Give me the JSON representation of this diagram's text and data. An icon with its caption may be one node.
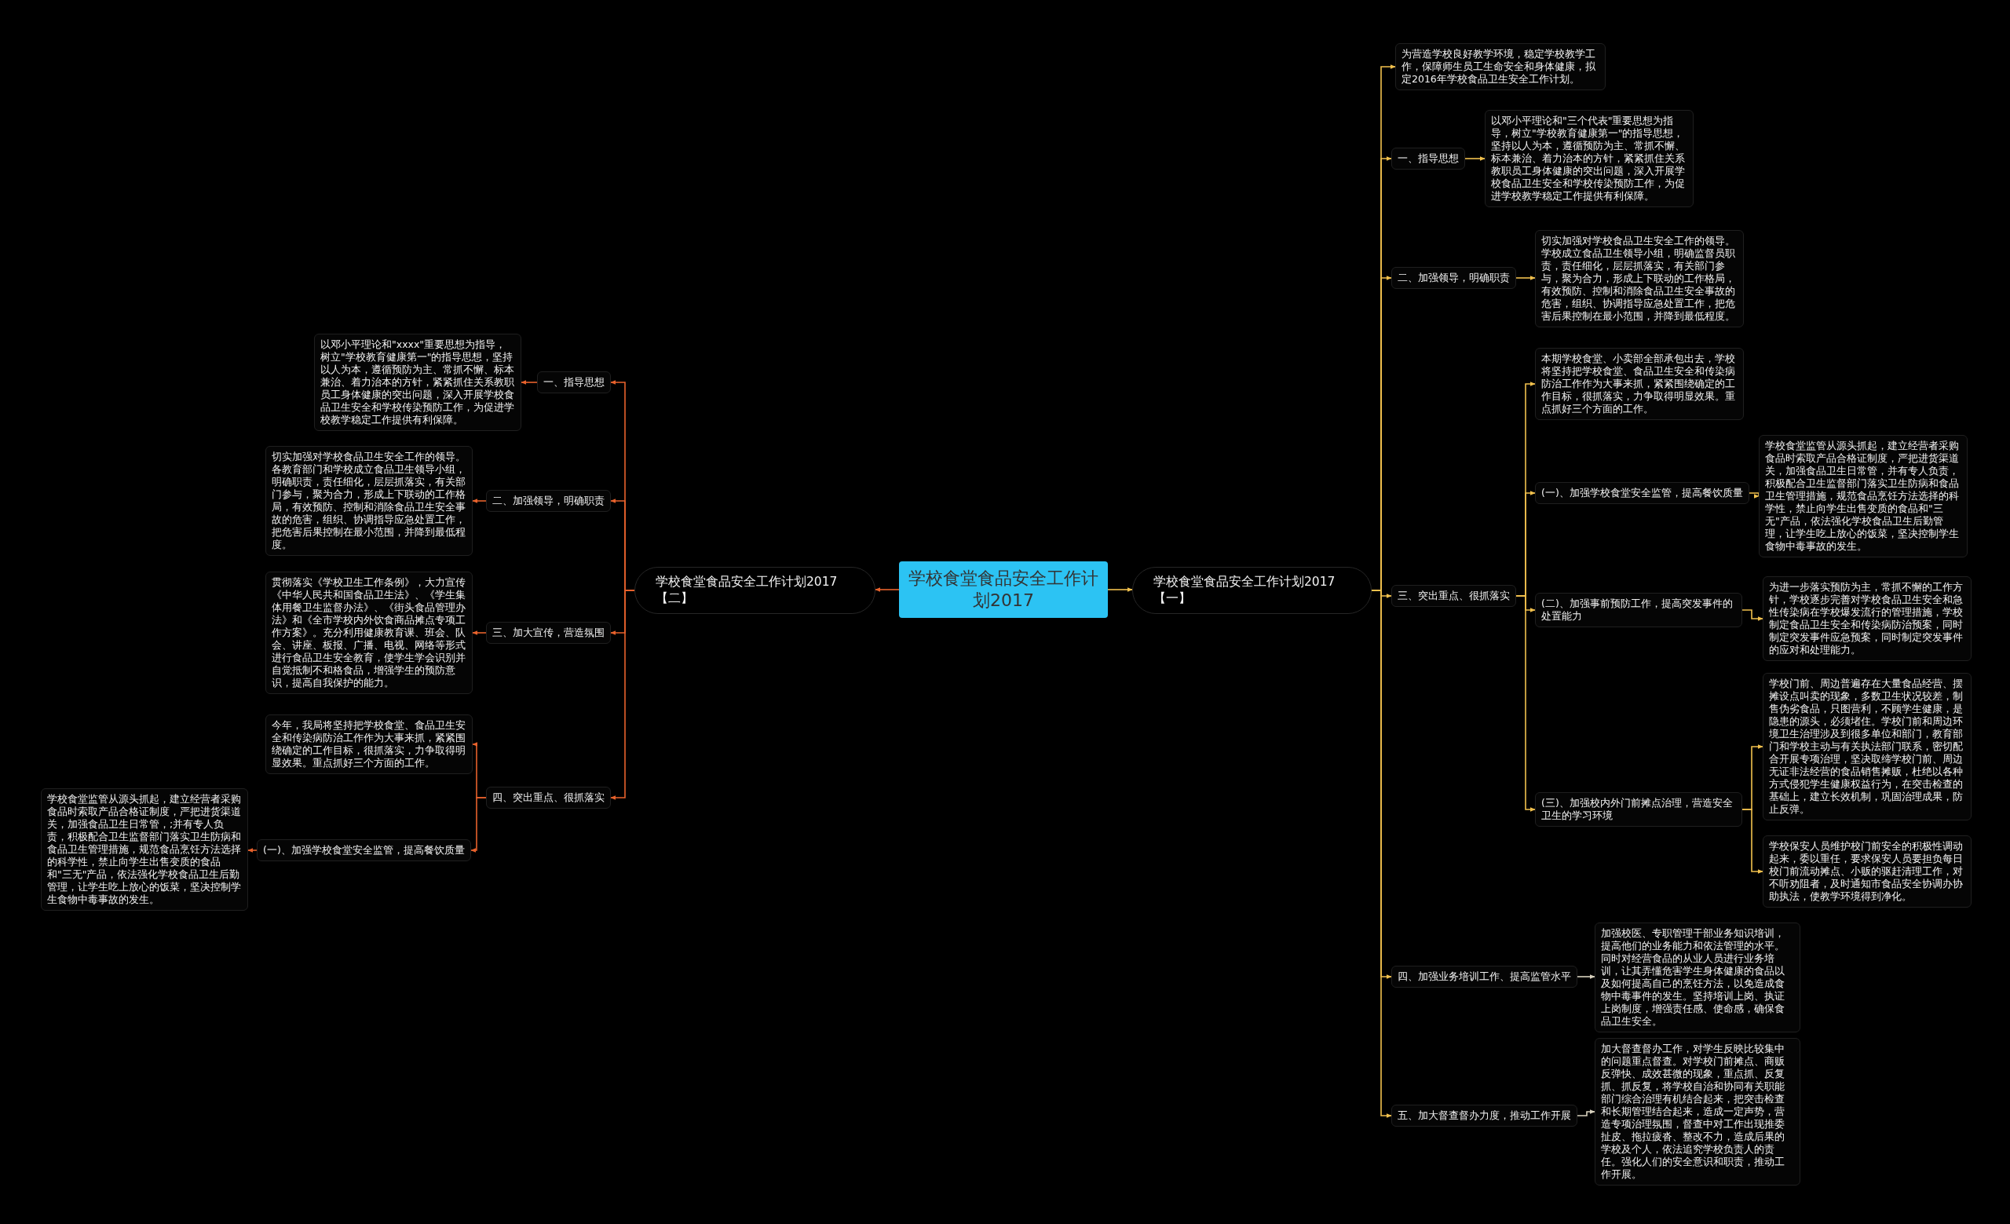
{
  "diagram": {
    "nodes": [
      {
        "text": [
          "学校食堂食品安全工作计划2017"
        ]
      },
      {
        "text": [
          "学校食堂食品安全工作计划2017【一】"
        ]
      },
      {
        "text": [
          "为营造学校良好教学环境，稳定学校教学工作，保障师生员工生命安全和身体健康，拟定2016年学校食品卫生安全工作计划。"
        ]
      },
      {
        "text": [
          "一、指导思想"
        ]
      },
      {
        "text": [
          "以邓小平理论和\"三个代表\"重要思想为指导，树立\"学校教育健康第一\"的指导思想，坚持以人为本，遵循预防为主、常抓不懈、标本兼治、着力治本的方针，紧紧抓住关系教职员工身体健康的突出问题，深入开展学校食品卫生安全和学校传染预防工作，为促进学校教学稳定工作提供有利保障。"
        ]
      },
      {
        "text": [
          "二、加强领导，明确职责"
        ]
      },
      {
        "text": [
          "切实加强对学校食品卫生安全工作的领导。学校成立食品卫生领导小组，明确监督员职责，责任细化，层层抓落实，有关部门参与，聚为合力，形成上下联动的工作格局，有效预防、控制和消除食品卫生安全事故的危害，组织、协调指导应急处置工作，把危害后果控制在最小范围，并降到最低程度。"
        ]
      },
      {
        "text": [
          "三、突出重点、很抓落实"
        ]
      },
      {
        "text": [
          "本期学校食堂、小卖部全部承包出去，学校将坚持把学校食堂、食品卫生安全和传染病防治工作作为大事来抓，紧紧围绕确定的工作目标，很抓落实，力争取得明显效果。重点抓好三个方面的工作。"
        ]
      },
      {
        "text": [
          "(一)、加强学校食堂安全监管，提高餐饮质量"
        ]
      },
      {
        "text": [
          "学校食堂监管从源头抓起，建立经营者采购食品时索取产品合格证制度，严把进货渠道关，加强食品卫生日常管，并有专人负责，积极配合卫生监督部门落实卫生防病和食品卫生管理措施，规范食品烹饪方法选择的科学性，禁止向学生出售变质的食品和\"三无\"产品，依法强化学校食品卫生后勤管理，让学生吃上放心的饭菜，坚决控制学生食物中毒事故的发生。"
        ]
      },
      {
        "text": [
          "(二)、加强事前预防工作，提高突发事件的处置能力"
        ]
      },
      {
        "text": [
          "为进一步落实预防为主，常抓不懈的工作方针，学校逐步完善对学校食品卫生安全和急性传染病在学校爆发流行的管理措施，学校制定食品卫生安全和传染病防治预案，同时制定突发事件应急预案，同时制定突发事件的应对和处理能力。"
        ]
      },
      {
        "text": [
          "(三)、加强校内外门前摊点治理，营造安全卫生的学习环境"
        ]
      },
      {
        "text": [
          "学校门前、周边普遍存在大量食品经营、摆摊设点叫卖的现象，多数卫生状况较差，制售伪劣食品，只图营利，不顾学生健康，是隐患的源头，必须堵住。学校门前和周边环境卫生治理涉及到很多单位和部门，教育部门和学校主动与有关执法部门联系，密切配合开展专项治理，坚决取缔学校门前、周边无证非法经营的食品销售摊贩，杜绝以各种方式侵犯学生健康权益行为，在突击检查的基础上，建立长效机制，巩固治理成果，防止反弹。"
        ]
      },
      {
        "text": [
          "学校保安人员维护校门前安全的积极性调动起来，委以重任，要求保安人员要担负每日校门前流动摊点、小贩的驱赶清理工作，对不听劝阻者，及时通知市食品安全协调办协助执法，使教学环境得到净化。"
        ]
      },
      {
        "text": [
          "四、加强业务培训工作、提高监管水平"
        ]
      },
      {
        "text": [
          "加强校医、专职管理干部业务知识培训，提高他们的业务能力和依法管理的水平。同时对经营食品的从业人员进行业务培训，让其弄懂危害学生身体健康的食品以及如何提高自己的烹饪方法，以免造成食物中毒事件的发生。坚持培训上岗、执证上岗制度，增强责任感、使命感，确保食品卫生安全。"
        ]
      },
      {
        "text": [
          "五、加大督查督办力度，推动工作开展"
        ]
      },
      {
        "text": [
          "加大督查督办工作，对学生反映比较集中的问题重点督查。对学校门前摊点、商贩反弹快、成效甚微的现象，重点抓、反复抓、抓反复，将学校自治和协同有关职能部门综合治理有机结合起来，把突击检查和长期管理结合起来，造成一定声势，营造专项治理氛围，督查中对工作出现推委扯皮、拖拉疲沓、整改不力，造成后果的学校及个人，依法追究学校负责人的责任。强化人们的安全意识和职责，推动工作开展。"
        ]
      },
      {
        "text": [
          "学校食堂食品安全工作计划2017【二】"
        ]
      },
      {
        "text": [
          "一、指导思想"
        ]
      },
      {
        "text": [
          "以邓小平理论和\"xxxx\"重要思想为指导，树立\"学校教育健康第一\"的指导思想，坚持以人为本，遵循预防为主、常抓不懈、标本兼治、着力治本的方针，紧紧抓住关系教职员工身体健康的突出问题，深入开展学校食品卫生安全和学校传染预防工作，为促进学校教学稳定工作提供有利保障。"
        ]
      },
      {
        "text": [
          "二、加强领导，明确职责"
        ]
      },
      {
        "text": [
          "切实加强对学校食品卫生安全工作的领导。各教育部门和学校成立食品卫生领导小组，明确职责，责任细化，层层抓落实，有关部门参与，聚为合力，形成上下联动的工作格局，有效预防、控制和消除食品卫生安全事故的危害，组织、协调指导应急处置工作，把危害后果控制在最小范围，并降到最低程度。"
        ]
      },
      {
        "text": [
          "三、加大宣传，营造氛围"
        ]
      },
      {
        "text": [
          "贯彻落实《学校卫生工作条例》，大力宣传《中华人民共和国食品卫生法》、《学生集体用餐卫生监督办法》、《街头食品管理办法》和《全市学校内外饮食商品摊点专项工作方案》。充分利用健康教育课、班会、队会、讲座、板报、广播、电视、网络等形式进行食品卫生安全教育，使学生学会识别并自觉抵制不和格食品，增强学生的预防意识，提高自我保护的能力。"
        ]
      },
      {
        "text": [
          "四、突出重点、很抓落实"
        ]
      },
      {
        "text": [
          "今年，我局将坚持把学校食堂、食品卫生安全和传染病防治工作作为大事来抓，紧紧围绕确定的工作目标，很抓落实，力争取得明显效果。重点抓好三个方面的工作。"
        ]
      },
      {
        "text": [
          "(一)、加强学校食堂安全监管，提高餐饮质量"
        ]
      },
      {
        "text": [
          "学校食堂监管从源头抓起，建立经营者采购食品时索取产品合格证制度，严把进货渠道关，加强食品卫生日常管，;并有专人负责，积极配合卫生监督部门落实卫生防病和食品卫生管理措施，规范食品烹饪方法选择的科学性，禁止向学生出售变质的食品和\"三无\"产品，依法强化学校食品卫生后勤管理，让学生吃上放心的饭菜，坚决控制学生食物中毒事故的发生。"
        ]
      }
    ],
    "edges": [
      {
        "from": 0,
        "to": 1,
        "arrow": "to"
      },
      {
        "from": 1,
        "to": 2,
        "arrow": "to"
      },
      {
        "from": 1,
        "to": 3,
        "arrow": "to"
      },
      {
        "from": 3,
        "to": 4,
        "arrow": "to"
      },
      {
        "from": 1,
        "to": 5,
        "arrow": "to"
      },
      {
        "from": 5,
        "to": 6,
        "arrow": "to"
      },
      {
        "from": 1,
        "to": 7,
        "arrow": "to"
      },
      {
        "from": 7,
        "to": 8,
        "arrow": "to"
      },
      {
        "from": 7,
        "to": 9,
        "arrow": "to"
      },
      {
        "from": 9,
        "to": 10,
        "arrow": "to"
      },
      {
        "from": 7,
        "to": 11,
        "arrow": "to"
      },
      {
        "from": 11,
        "to": 12,
        "arrow": "to"
      },
      {
        "from": 7,
        "to": 13,
        "arrow": "to"
      },
      {
        "from": 13,
        "to": 14,
        "arrow": "to"
      },
      {
        "from": 13,
        "to": 15,
        "arrow": "to"
      },
      {
        "from": 1,
        "to": 16,
        "arrow": "to"
      },
      {
        "from": 16,
        "to": 17,
        "arrow": "to",
        "color": "#d9d2bf"
      },
      {
        "from": 1,
        "to": 18,
        "arrow": "to"
      },
      {
        "from": 18,
        "to": 19,
        "arrow": "to",
        "color": "#d9d2bf"
      },
      {
        "from": 0,
        "to": 20,
        "arrow": "to",
        "color": "#e8622c"
      },
      {
        "from": 20,
        "to": 21,
        "arrow": "to",
        "color": "#e8622c"
      },
      {
        "from": 21,
        "to": 22,
        "arrow": "to",
        "color": "#e8622c"
      },
      {
        "from": 20,
        "to": 23,
        "arrow": "to",
        "color": "#e8622c"
      },
      {
        "from": 23,
        "to": 24,
        "arrow": "to",
        "color": "#e8622c"
      },
      {
        "from": 20,
        "to": 25,
        "arrow": "to",
        "color": "#e8622c"
      },
      {
        "from": 25,
        "to": 26,
        "arrow": "to",
        "color": "#e8622c"
      },
      {
        "from": 20,
        "to": 27,
        "arrow": "to",
        "color": "#e8622c"
      },
      {
        "from": 27,
        "to": 28,
        "arrow": "to",
        "color": "#e8622c"
      },
      {
        "from": 27,
        "to": 29,
        "arrow": "to",
        "color": "#e8622c"
      },
      {
        "from": 29,
        "to": 30,
        "arrow": "to",
        "color": "#e8622c"
      }
    ]
  }
}
